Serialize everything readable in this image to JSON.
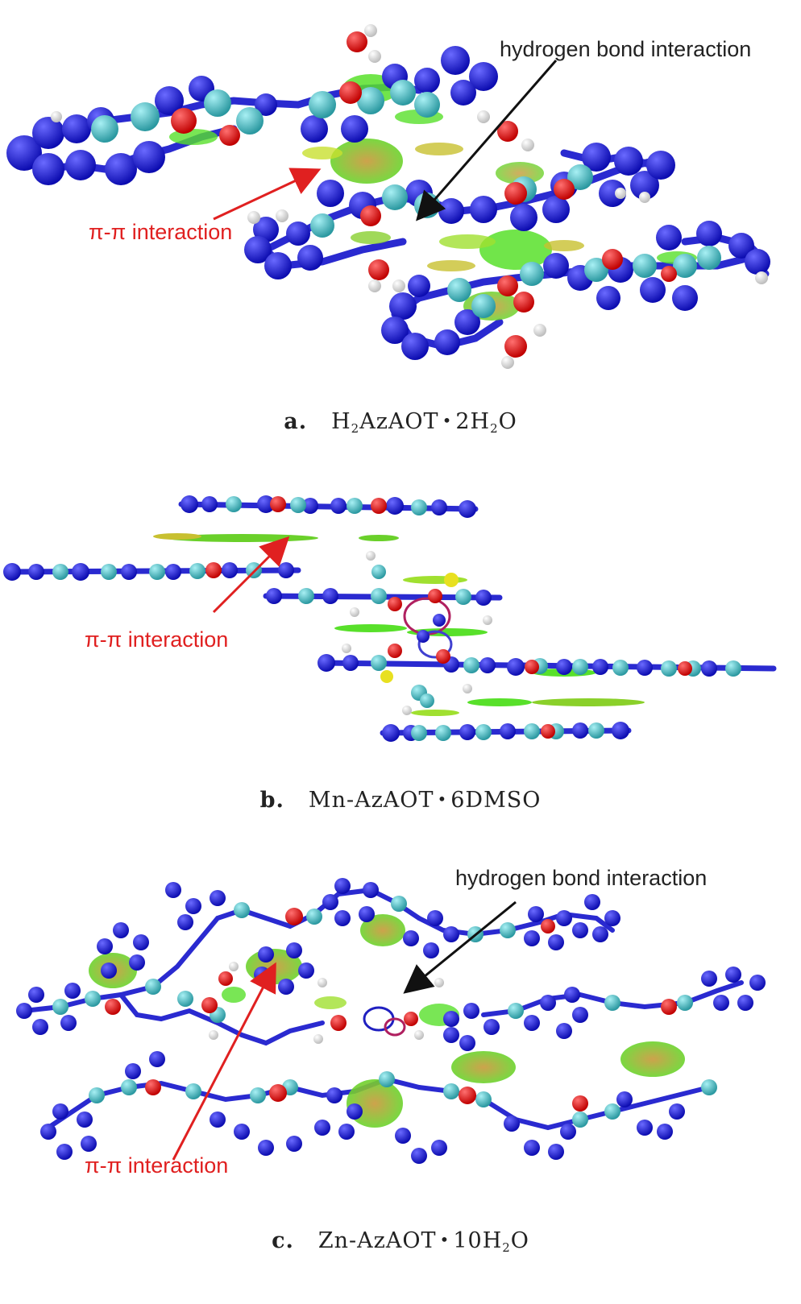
{
  "panels": [
    {
      "letter": "a.",
      "compound_html": "H<sub>2</sub>AzAOT<span class=\"dot\">•</span>2H<sub>2</sub>O",
      "hbond_label": "hydrogen bond interaction",
      "pipi_label": "π-π interaction"
    },
    {
      "letter": "b.",
      "compound_html": "Mn-AzAOT<span class=\"dot\">•</span>6DMSO",
      "pipi_label": "π-π interaction"
    },
    {
      "letter": "c.",
      "compound_html": "Zn-AzAOT<span class=\"dot\">•</span>10H<sub>2</sub>O",
      "hbond_label": "hydrogen bond interaction",
      "pipi_label": "π-π interaction"
    }
  ],
  "colors": {
    "nitrogen": "#1a1ad6",
    "carbon": "#45b8c0",
    "oxygen": "#e01616",
    "hydrogen": "#f0f0f0",
    "isosurface_green": "#55e02a",
    "isosurface_yellow": "#c8b030",
    "arrow_red": "#e02020",
    "arrow_black": "#111111",
    "pipi_text": "#e02020",
    "hbond_text": "#222222"
  }
}
